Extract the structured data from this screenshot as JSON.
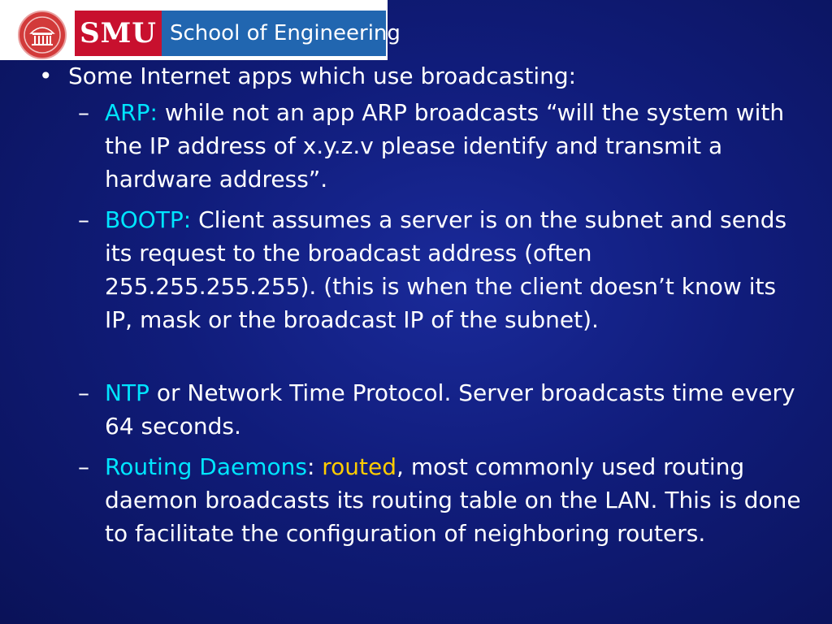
{
  "logo": {
    "brand": "SMU",
    "school": "School of Engineering",
    "seal_icon": "university-seal-icon"
  },
  "colors": {
    "background": "#101c7a",
    "term": "#00e5ff",
    "highlight": "#ffcc00",
    "smu_red": "#c8102e",
    "school_blue": "#2166b0"
  },
  "slide": {
    "bullet_marker": "•",
    "bullet": "Some Internet apps which use broadcasting:",
    "dash": "–",
    "items": [
      {
        "term": "ARP:",
        "text": " while not an app ARP broadcasts “will the system with the IP address of x.y.z.v please identify and transmit a hardware address”."
      },
      {
        "term": "BOOTP:",
        "text": " Client assumes a server is on the subnet and sends its request to the broadcast address (often 255.255.255.255).   (this is when the client doesn’t know its IP, mask or the broadcast IP of the subnet)."
      },
      {
        "term": "NTP",
        "text": " or Network Time Protocol.   Server broadcasts time every 64 seconds."
      },
      {
        "term": "Routing Daemons",
        "text_a": ":   ",
        "highlight": "routed",
        "text": ", most commonly used routing daemon broadcasts its routing table on the LAN.  This is done to facilitate the configuration of neighboring routers."
      }
    ]
  }
}
